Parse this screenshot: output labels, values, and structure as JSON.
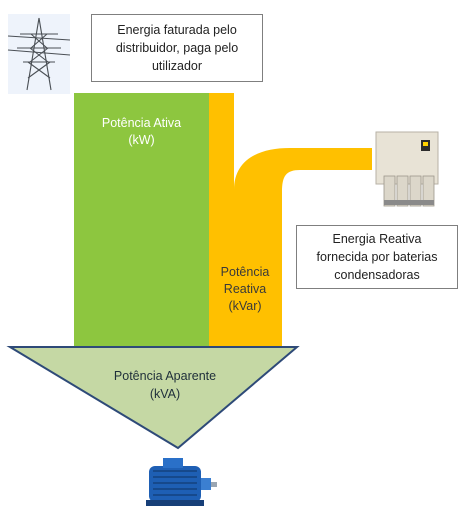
{
  "top_box": {
    "line1": "Energia faturada pelo",
    "line2": "distribuidor, paga pelo",
    "line3": "utilizador"
  },
  "right_box": {
    "line1": "Energia Reativa",
    "line2": "fornecida por baterias",
    "line3": "condensadoras"
  },
  "active_power": {
    "line1": "Potência Ativa",
    "line2": "(kW)"
  },
  "reactive_power": {
    "line1": "Potência",
    "line2": "Reativa",
    "line3": "(kVar)"
  },
  "apparent_power": {
    "line1": "Potência Aparente",
    "line2": "(kVA)"
  },
  "colors": {
    "active": "#8dc63f",
    "reactive": "#ffc000",
    "apparent": "#c5d8a4",
    "apparent_border": "#2e4a78",
    "motor": "#1e5fb4"
  },
  "icons": [
    "power-pylon-icon",
    "capacitor-bank-icon",
    "electric-motor-icon"
  ]
}
